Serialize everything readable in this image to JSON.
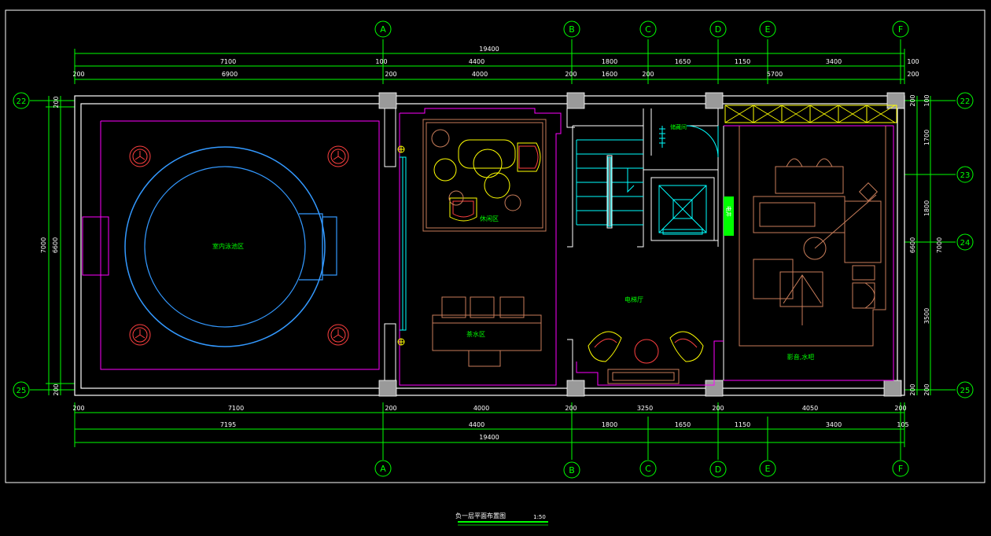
{
  "drawing": {
    "title": "负一层平面布置图",
    "scale": "1:50",
    "colors": {
      "background": "#000000",
      "frame": "#ffffff",
      "dimension": "#00ff00",
      "wall": "#ffffff",
      "furniture": "#ff00ff",
      "cyan": "#00ffff",
      "yellow": "#ffff00",
      "blue": "#3399ff",
      "brown": "#c87d5a",
      "red": "#ff4040"
    }
  },
  "grid_axes": {
    "vertical": [
      "A",
      "B",
      "C",
      "D",
      "E",
      "F"
    ],
    "horizontal_left": [
      "22",
      "25"
    ],
    "horizontal_right": [
      "22",
      "23",
      "24",
      "25"
    ]
  },
  "dims": {
    "top_total": "19400",
    "top_row2": [
      "7100",
      "100",
      "4400",
      "1800",
      "1650",
      "1150",
      "3400",
      "100"
    ],
    "top_row3": [
      "200",
      "6900",
      "200",
      "4000",
      "200",
      "1600",
      "200",
      "5700",
      "200"
    ],
    "bottom_row1": [
      "200",
      "7100",
      "200",
      "4000",
      "200",
      "3250",
      "200",
      "4050",
      "200"
    ],
    "bottom_row2": [
      "7195",
      "4400",
      "1800",
      "1650",
      "1150",
      "3400",
      "105"
    ],
    "bottom_total": "19400",
    "left": [
      "200",
      "200",
      "7000",
      "6600"
    ],
    "right_inner": [
      "200",
      "100",
      "1700",
      "1800",
      "3500",
      "200",
      "6600",
      "7000",
      "200"
    ]
  },
  "rooms": {
    "pool": "室内泳池区",
    "rest": "休闲区",
    "tea": "茶水区",
    "elevator_hall": "电梯厅",
    "bar": "影音,水吧",
    "storage": "储藏间",
    "well": "电井"
  }
}
